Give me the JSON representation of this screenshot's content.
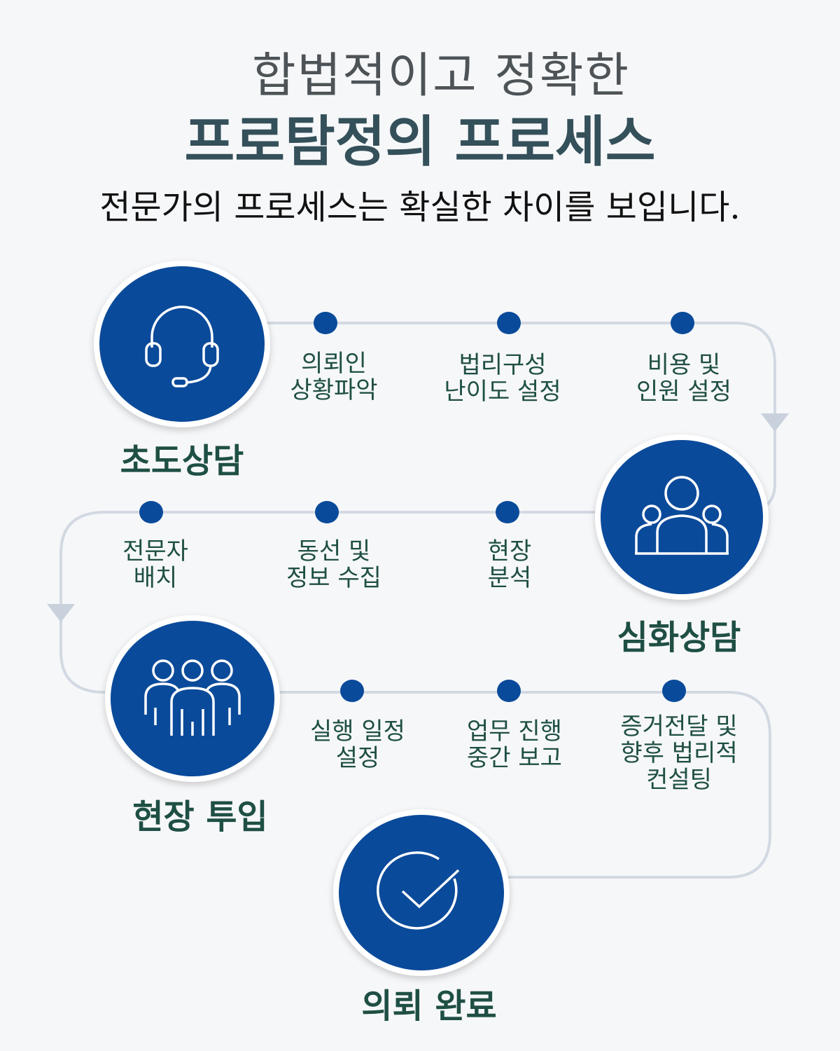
{
  "header": {
    "line1": "합법적이고 정확한",
    "line2": "프로탐정의 프로세스",
    "subtitle": "전문가의 프로세스는 확실한 차이를 보입니다."
  },
  "colors": {
    "accent": "#0a4a9a",
    "text": "#1f4f44",
    "path": "#d3d9e2"
  },
  "steps": [
    {
      "title": "초도상담",
      "icon": "headset-icon",
      "substeps": [
        [
          "의뢰인",
          "상황파악"
        ],
        [
          "법리구성",
          "난이도 설정"
        ],
        [
          "비용 및",
          "인원 설정"
        ]
      ]
    },
    {
      "title": "심화상담",
      "icon": "group-icon",
      "substeps": [
        [
          "현장",
          "분석"
        ],
        [
          "동선 및",
          "정보 수집"
        ],
        [
          "전문자",
          "배치"
        ]
      ]
    },
    {
      "title": "현장 투입",
      "icon": "team-icon",
      "substeps": [
        [
          "실행 일정",
          "설정"
        ],
        [
          "업무 진행",
          "중간 보고"
        ],
        [
          "증거전달 및",
          "향후 법리적",
          "컨설팅"
        ]
      ]
    },
    {
      "title": "의뢰 완료",
      "icon": "check-circle-icon",
      "substeps": []
    }
  ]
}
